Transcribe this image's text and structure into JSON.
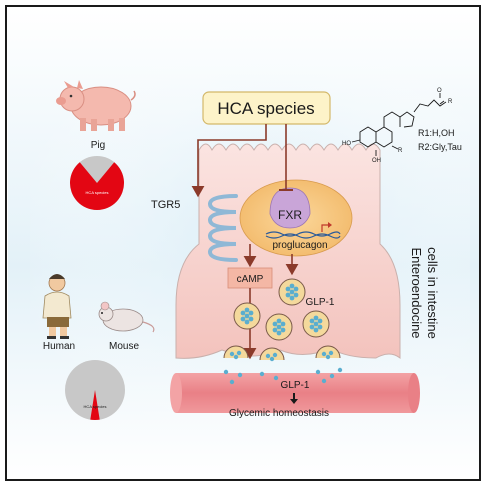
{
  "species": {
    "pig": "Pig",
    "human": "Human",
    "mouse": "Mouse"
  },
  "pie_labels": {
    "pig": "HCA species",
    "mouse": "HCA species"
  },
  "pies": {
    "pig_fraction": 0.78,
    "mouse_fraction": 0.05
  },
  "hca_box": "HCA species",
  "structure": {
    "r1": "R1:H,OH",
    "r2": "R2:Gly,Tau",
    "r2_label": "R",
    "o_label": "O",
    "ho_label": "HO",
    "oh_label": "OH",
    "r1_label": "R"
  },
  "cell": {
    "tgr5": "TGR5",
    "camp": "cAMP",
    "fxr": "FXR",
    "proglucagon": "proglucagon",
    "glp1_in_cell": "GLP-1",
    "side_label_line1": "Enteroendocine",
    "side_label_line2": "cells in intestine"
  },
  "blood": {
    "glp1": "GLP-1",
    "outcome": "Glycemic homeostasis"
  },
  "colors": {
    "pie_red": "#e30613",
    "pie_gray": "#c8c8c8",
    "cell_fill": "#f8d6d2",
    "vessel_fill": "#ec8e92",
    "arrow_brown": "#8b3a2a",
    "hca_box_fill": "#fdf3c9",
    "fxr_fill": "#c9a5d8",
    "nucleus_fill": "#f7c77c",
    "granule_fill": "#f4d99c",
    "granule_dot": "#5aaecf"
  }
}
